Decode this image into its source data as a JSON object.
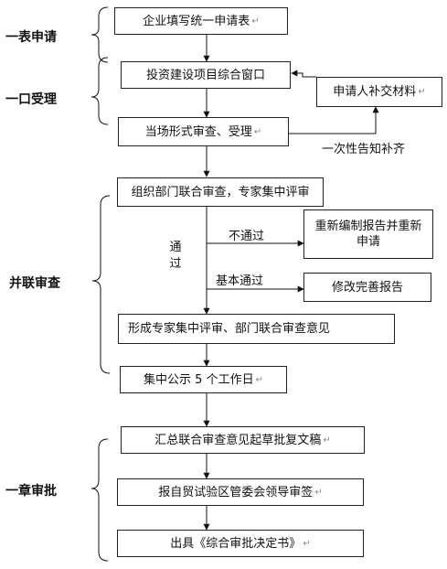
{
  "stages": {
    "s1": "一表申请",
    "s2": "一口受理",
    "s3": "并联审查",
    "s4": "一章审批"
  },
  "boxes": {
    "b1": "企业填写统一申请表",
    "b2": "投资建设项目综合窗口",
    "b3": "申请人补交材料",
    "b4": "当场形式审查、受理",
    "b5": "组织部门联合审查，专家集中评审",
    "b6": "重新编制报告并重新申请",
    "b7": "修改完善报告",
    "b8": "形成专家集中评审、部门联合审查意见",
    "b9": "集中公示 5 个工作日",
    "b10": "汇总联合审查意见起草批复文稿",
    "b11": "报自贸试验区管委会领导审签",
    "b12": "出具《综合审批决定书》"
  },
  "labels": {
    "notify": "一次性告知补齐",
    "not_pass": "不通过",
    "basic_pass": "基本通过",
    "pass": "通过"
  },
  "return_mark": "↵"
}
